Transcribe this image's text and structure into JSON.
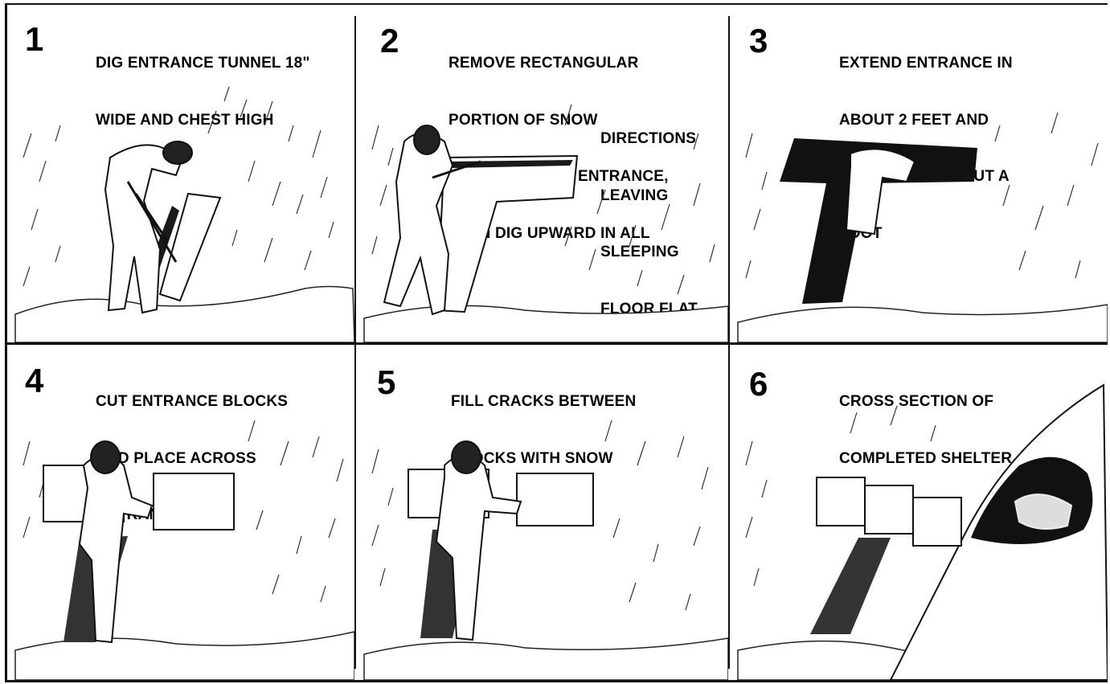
{
  "steps": [
    {
      "number": "1",
      "caption": [
        "DIG ENTRANCE TUNNEL 18\"",
        "WIDE AND CHEST HIGH"
      ]
    },
    {
      "number": "2",
      "caption": [
        "REMOVE RECTANGULAR",
        "PORTION OF SNOW",
        "CROSSWAYS TO ENTRANCE,",
        "THEN DIG UPWARD IN ALL"
      ],
      "caption_continued": [
        "DIRECTIONS",
        "LEAVING",
        "SLEEPING",
        "FLOOR FLAT"
      ]
    },
    {
      "number": "3",
      "caption": [
        "EXTEND ENTRANCE IN",
        "ABOUT 2 FEET AND",
        "DOWNWARD ABOUT A",
        "FOOT"
      ]
    },
    {
      "number": "4",
      "caption": [
        "CUT ENTRANCE BLOCKS",
        "AND PLACE ACROSS",
        "ENTRANCE"
      ]
    },
    {
      "number": "5",
      "caption": [
        "FILL CRACKS BETWEEN",
        "BLOCKS WITH SNOW"
      ]
    },
    {
      "number": "6",
      "caption": [
        "CROSS SECTION OF",
        "COMPLETED SHELTER"
      ]
    }
  ],
  "colors": {
    "ink": "#111111",
    "paper": "#ffffff",
    "shadow": "#1a1a1a"
  }
}
